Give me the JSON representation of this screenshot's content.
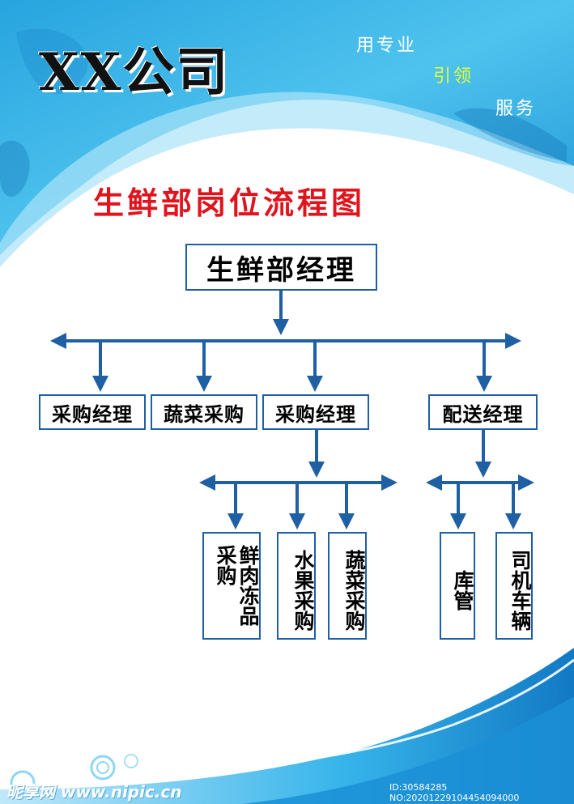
{
  "header": {
    "company": "XX公司",
    "slogan_1": "用专业",
    "slogan_2": "引领",
    "slogan_3": "服务"
  },
  "title": "生鲜部岗位流程图",
  "org": {
    "top": "生鲜部经理",
    "level2": [
      "采购经理",
      "蔬菜采购",
      "采购经理",
      "配送经理"
    ],
    "level3": [
      "鲜肉冻品采购",
      "水果采购",
      "蔬菜采购",
      "库管",
      "司机车辆"
    ]
  },
  "footer": {
    "watermark": "昵享网 www.nipic.cn",
    "image_id": "ID:30584285 NO:20201229104454094000"
  },
  "colors": {
    "accent_blue": "#1f5fa4",
    "title_red": "#e0141d",
    "bg_cyan": "#2bb0e4"
  }
}
